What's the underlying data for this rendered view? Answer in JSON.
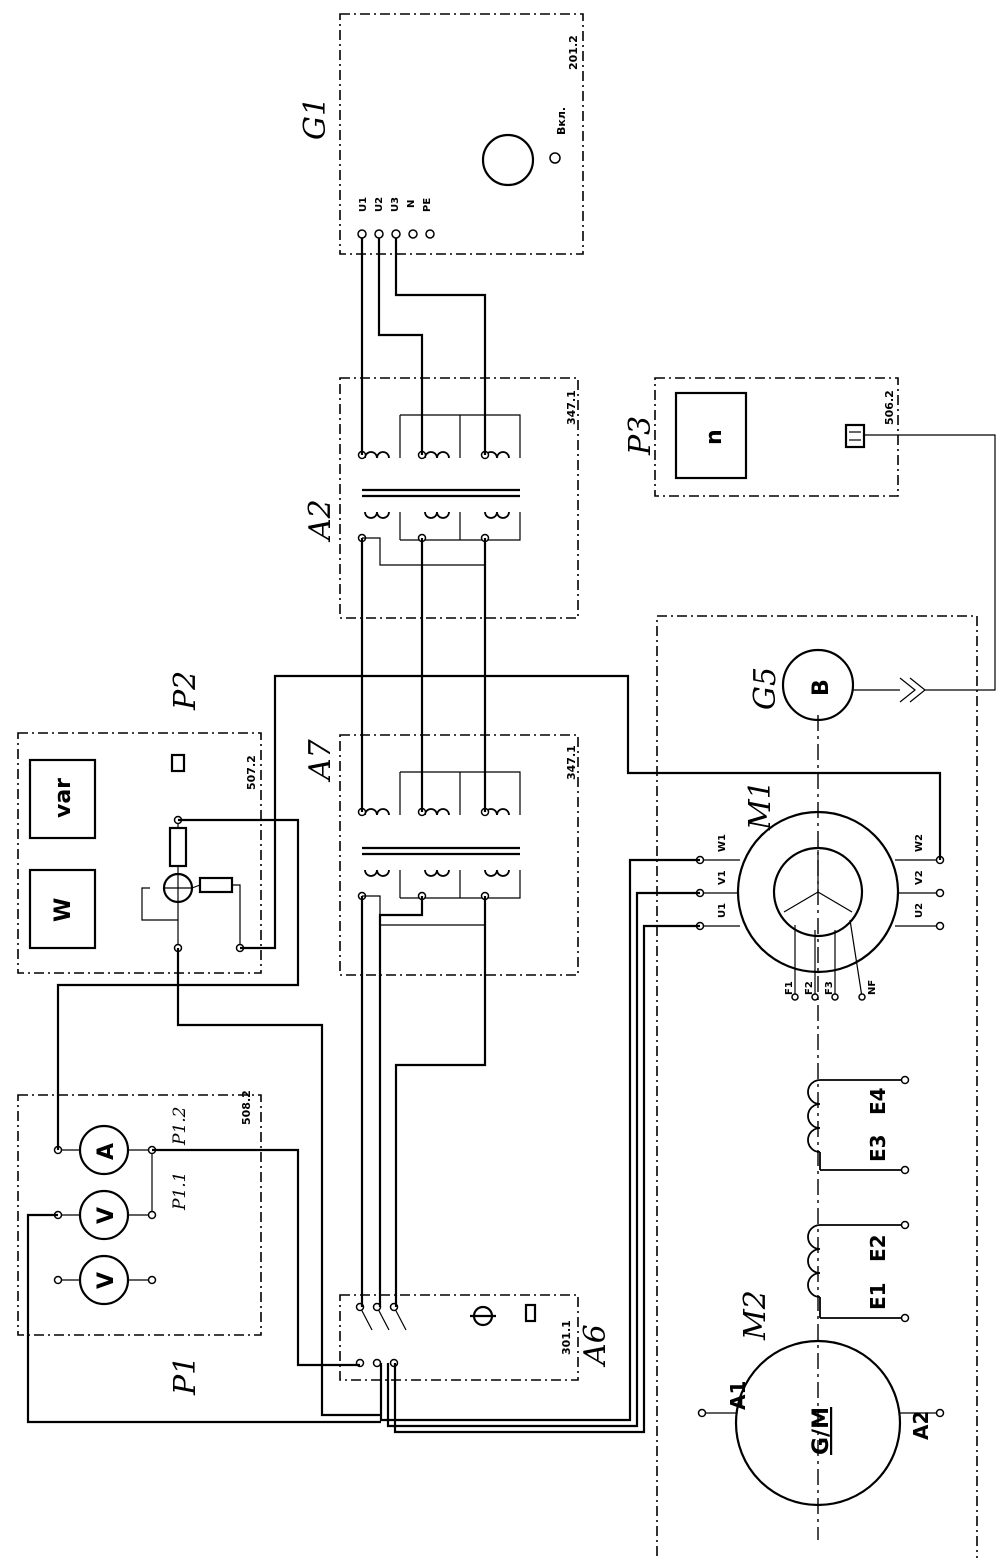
{
  "diagram": {
    "blocks": {
      "g1": {
        "name": "G1",
        "code": "201.2",
        "switch_label": "Вкл.",
        "terminals": [
          "U1",
          "U2",
          "U3",
          "N",
          "PE"
        ]
      },
      "a2": {
        "name": "A2",
        "code": "347.1"
      },
      "a7": {
        "name": "A7",
        "code": "347.1"
      },
      "a6": {
        "name": "A6",
        "code": "301.1"
      },
      "p1": {
        "name": "P1",
        "code": "508.2",
        "sub1": "P1.1",
        "sub2": "P1.2"
      },
      "p2": {
        "name": "P2",
        "code": "507.2",
        "display_w": "W",
        "display_var": "var"
      },
      "p3": {
        "name": "P3",
        "code": "506.2",
        "display": "n"
      },
      "g5": {
        "name": "G5",
        "symbol": "B"
      },
      "m1": {
        "name": "M1",
        "pins": [
          "W1",
          "V1",
          "U1",
          "W2",
          "V2",
          "U2",
          "F1",
          "F2",
          "F3",
          "NF"
        ]
      },
      "m2": {
        "name": "M2",
        "symbol": "G/M",
        "pin_a1": "A1",
        "pin_a2": "A2"
      }
    },
    "meters": {
      "volt": "V",
      "amp": "A"
    },
    "windings": [
      "E1",
      "E2",
      "E3",
      "E4"
    ]
  }
}
